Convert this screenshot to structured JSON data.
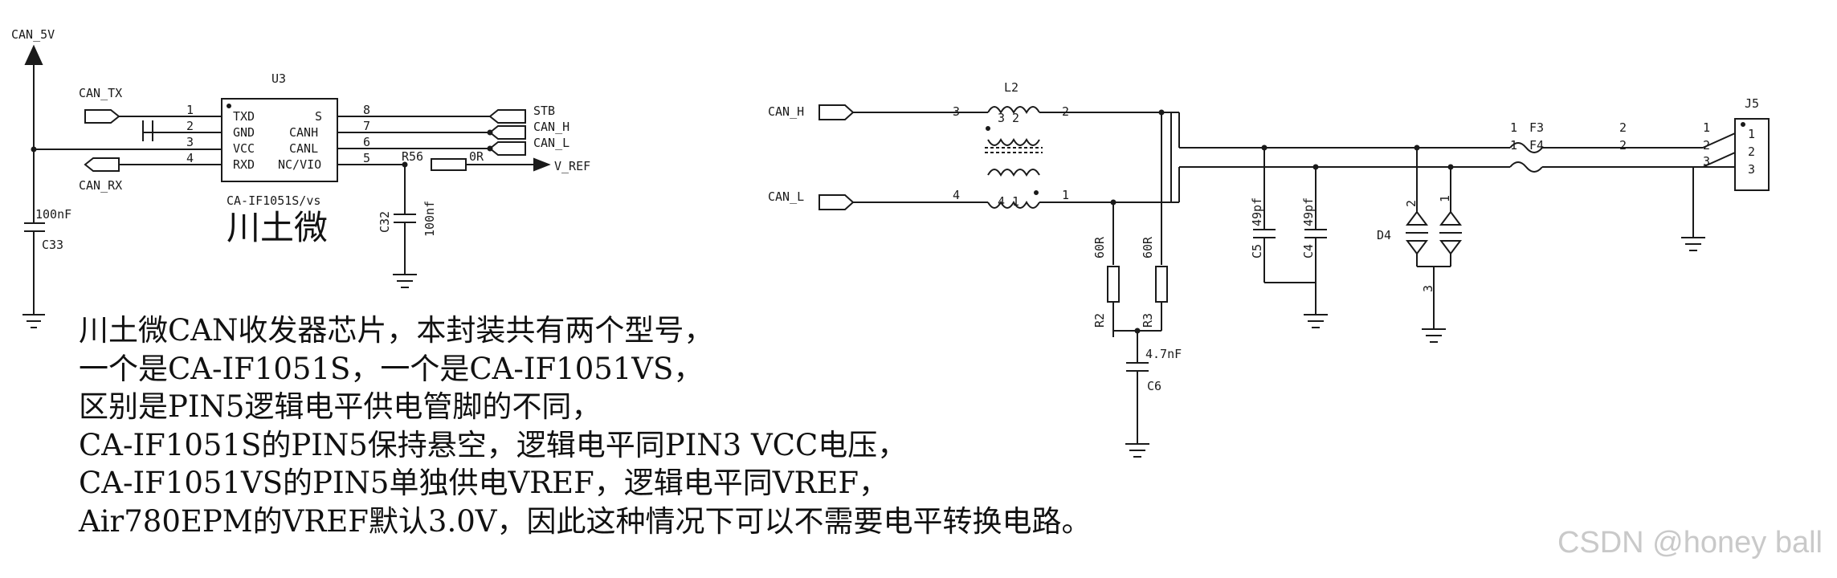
{
  "labels": {
    "can_5v": "CAN_5V",
    "can_tx": "CAN_TX",
    "can_rx": "CAN_RX",
    "u3_ref": "U3",
    "u3_part": "CA-IF1051S/vs",
    "brand": "川土微",
    "pin_l1": "1",
    "pin_l2": "2",
    "pin_l3": "3",
    "pin_l4": "4",
    "pin_r8": "8",
    "pin_r7": "7",
    "pin_r6": "6",
    "pin_r5": "5",
    "txd": "TXD",
    "gnd": "GND",
    "vcc": "VCC",
    "rxd": "RXD",
    "s": "S",
    "canh_pin": "CANH",
    "canl_pin": "CANL",
    "ncvio": "NC/VIO",
    "stb": "STB",
    "can_h_out": "CAN_H",
    "can_l_out": "CAN_L",
    "r56": "R56",
    "r56_val": "0R",
    "v_ref": "V_REF",
    "c32": "C32",
    "c32_val": "100nf",
    "c33_val": "100nF",
    "c33": "C33",
    "can_h_in": "CAN_H",
    "can_l_in": "CAN_L",
    "l2": "L2",
    "l2_p3": "3",
    "l2_p4": "4",
    "l2_32": "3 2",
    "l2_41": "4 1",
    "l2_p2": "2",
    "l2_p1": "1",
    "r2_val": "60R",
    "r3_val": "60R",
    "r2": "R2",
    "r3": "R3",
    "c6_val": "4.7nF",
    "c6": "C6",
    "c5": "C5",
    "c5_val": "49pf",
    "c4": "C4",
    "c4_val": "49pf",
    "d4": "D4",
    "d4_p2": "2",
    "d4_p1": "1",
    "d4_p3": "3",
    "f3": "F3",
    "f4": "F4",
    "f3_p1": "1",
    "f4_p1": "1",
    "f3_p2": "2",
    "f4_p2": "2",
    "j5": "J5",
    "j5_in1": "1",
    "j5_in2": "2",
    "j5_in3": "3",
    "j5_p1": "1",
    "j5_p2": "2",
    "j5_p3": "3"
  },
  "note_lines": [
    "川土微CAN收发器芯片，本封装共有两个型号，",
    "一个是CA-IF1051S，一个是CA-IF1051VS，",
    "区别是PIN5逻辑电平供电管脚的不同，",
    "CA-IF1051S的PIN5保持悬空，逻辑电平同PIN3 VCC电压，",
    "CA-IF1051VS的PIN5单独供电VREF，逻辑电平同VREF，",
    "Air780EPM的VREF默认3.0V，因此这种情况下可以不需要电平转换电路。"
  ],
  "watermark": "CSDN @honey ball"
}
